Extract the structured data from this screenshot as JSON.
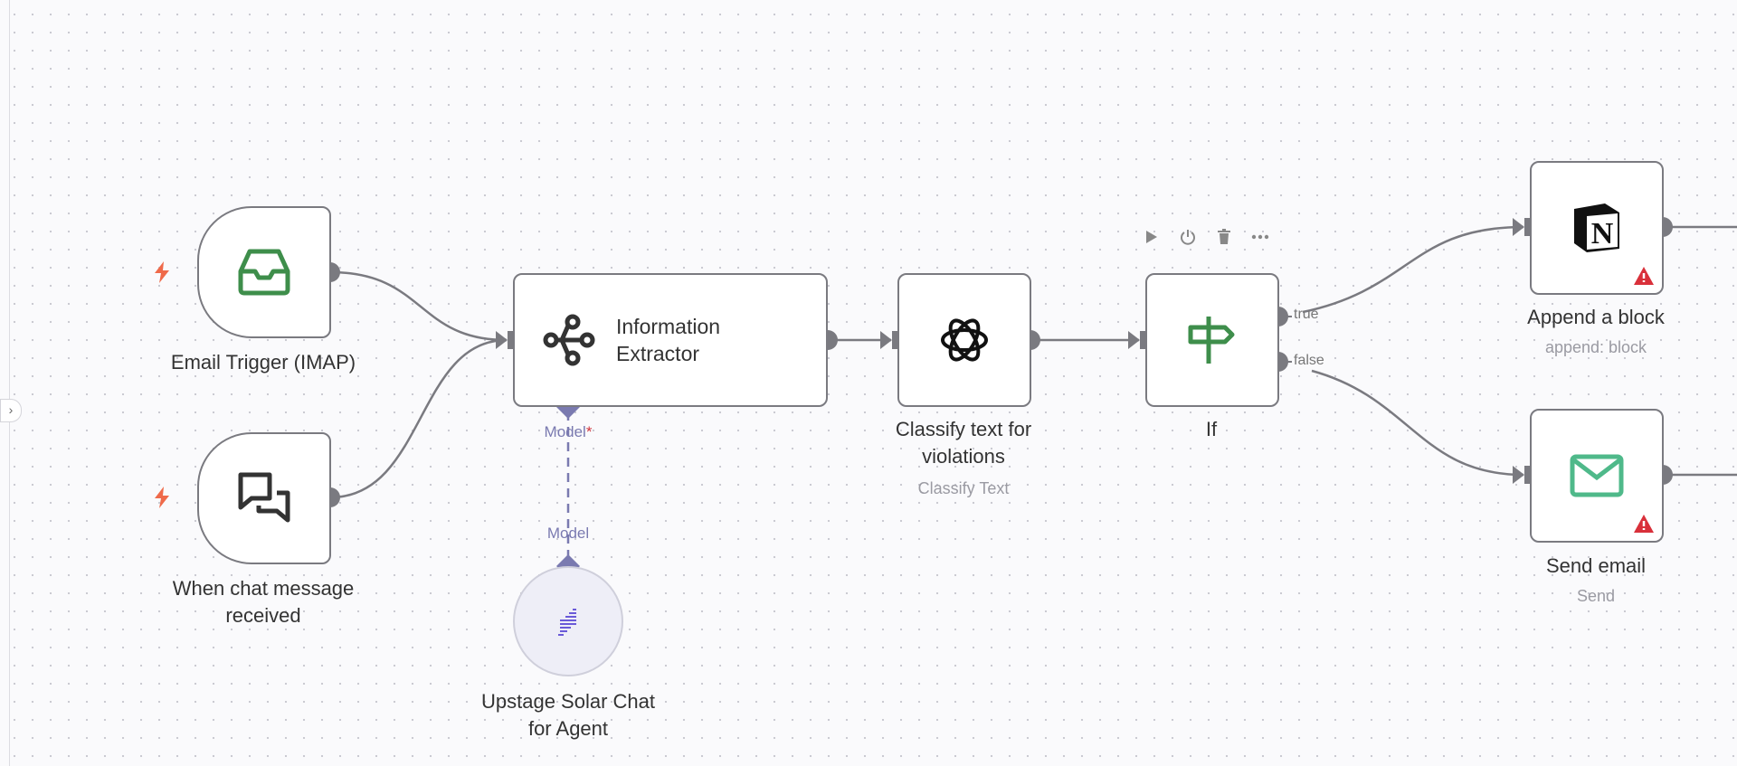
{
  "colors": {
    "edge": "#7a7a80",
    "model": "#7a7ab0",
    "trigger_icon": "#3e8e4b",
    "bolt": "#ef6a4a",
    "warning": "#d9303a",
    "email": "#4fb98a"
  },
  "nodes": {
    "email_trigger": {
      "label": "Email Trigger (IMAP)",
      "icon": "inbox-icon"
    },
    "chat_trigger": {
      "label_line1": "When chat message",
      "label_line2": "received",
      "icon": "chat-icon"
    },
    "info_extractor": {
      "title_line1": "Information",
      "title_line2": "Extractor",
      "icon": "flow-icon",
      "model_port": "Model",
      "required_mark": "*"
    },
    "solar": {
      "label_line1": "Upstage Solar Chat",
      "label_line2": "for Agent",
      "port": "Model",
      "icon": "solar-icon"
    },
    "classify": {
      "label_line1": "Classify text for",
      "label_line2": "violations",
      "subtitle": "Classify Text",
      "icon": "openai-icon"
    },
    "if": {
      "label": "If",
      "true_label": "true",
      "false_label": "false",
      "icon": "signpost-icon",
      "toolbar": [
        "play-icon",
        "power-icon",
        "trash-icon",
        "more-icon"
      ]
    },
    "append": {
      "label": "Append a block",
      "subtitle": "append: block",
      "icon": "notion-icon",
      "warning": true
    },
    "send_email": {
      "label": "Send email",
      "subtitle": "Send",
      "icon": "mail-icon",
      "warning": true
    }
  },
  "sidebar": {
    "toggle": "›"
  }
}
